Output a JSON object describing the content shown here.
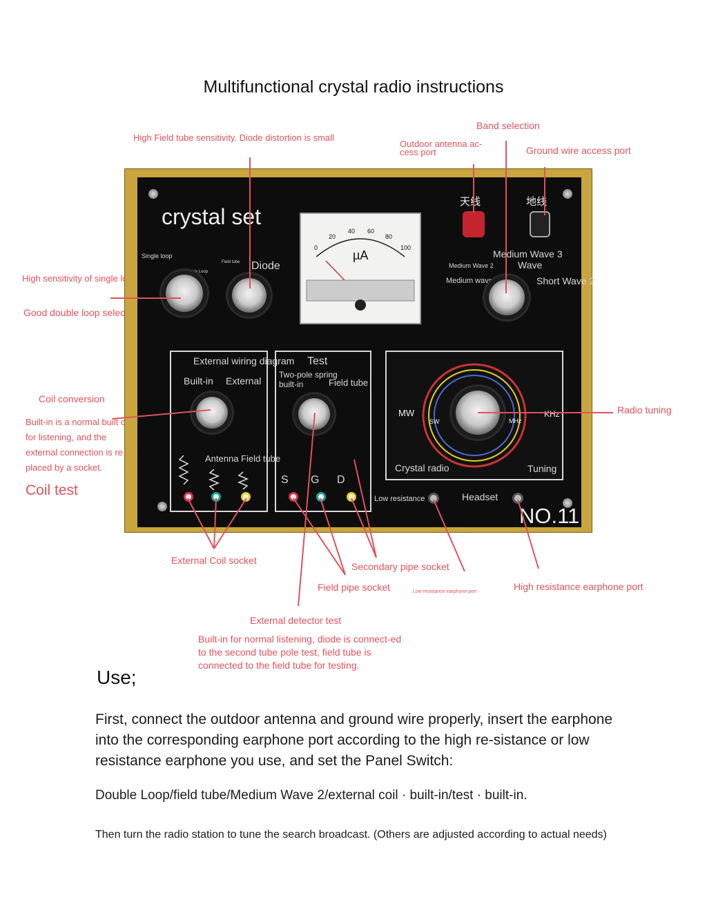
{
  "title": "Multifunctional crystal radio instructions",
  "labels": {
    "high_field": "High Field tube sensitivity. Diode distortion is small",
    "band_selection": "Band selection",
    "outdoor_antenna": "Outdoor antenna ac-cess port",
    "ground_wire": "Ground wire access port",
    "high_sens_single": "High sensitivity of single loop",
    "good_double": "Good double loop selectivity",
    "coil_conversion": "Coil conversion",
    "builtin_note": "Built-in is a normal built coil for listening, and the external connection is re placed by a socket.",
    "coil_test": "Coil test",
    "radio_tuning": "Radio tuning",
    "external_coil_socket": "External Coil socket",
    "secondary_pipe_socket": "Secondary pipe socket",
    "field_pipe_socket": "Field pipe socket",
    "low_resistance_port": "Low resistance earphone port",
    "high_resistance_port": "High resistance earphone port",
    "external_detector": "External detector test",
    "detector_note": "Built-in for normal listening, diode is connect-ed to the second tube pole test, field tube is connected to the field tube for testing."
  },
  "panel": {
    "brand": "crystal set",
    "single_loop": "Single loop",
    "double_loop": "Double Loop",
    "field_tube_small": "Field tube",
    "diode": "Diode",
    "antenna_cn": "天线",
    "ground_cn": "地线",
    "meter_unit": "µA",
    "meter_ticks": [
      "0",
      "20",
      "40",
      "60",
      "80",
      "100"
    ],
    "medium_wave_3": "Medium Wave 3",
    "wave": "Wave",
    "medium_wave_2": "Medium Wave 2",
    "medium_wave": "Medium wave",
    "short_wave_2": "Short Wave 2",
    "ext_wiring": "External wiring diagram",
    "test": "Test",
    "built_in": "Built-in",
    "external": "External",
    "two_pole": "Two-pole spring built-in",
    "field_tube": "Field tube",
    "antenna_field_tube": "Antenna Field tube",
    "sgd": [
      "S",
      "G",
      "D"
    ],
    "crystal_radio": "Crystal radio",
    "tuning": "Tuning",
    "mw": "MW",
    "sw": "SW",
    "mhz": "MHz",
    "khz": "KHz",
    "low_resistance": "Low resistance",
    "headset": "Headset",
    "model": "NO.11"
  },
  "colors": {
    "annotation": "#e0525c",
    "panel": "#0d0d0d",
    "frame": "#c9a53e",
    "socket_red": "#d9304a",
    "socket_teal": "#1aa89a",
    "socket_yellow": "#e8d21c"
  },
  "use": {
    "heading": "Use;",
    "paragraph": "First, connect the outdoor antenna and ground wire properly, insert the earphone into the corresponding earphone port according to the high re-sistance or low resistance earphone you use, and set the Panel Switch:",
    "settings": "Double Loop/field tube/Medium Wave 2/external coil · built-in/test · built-in.",
    "final": "Then turn the radio station to tune the search broadcast. (Others are adjusted according to actual needs)"
  }
}
